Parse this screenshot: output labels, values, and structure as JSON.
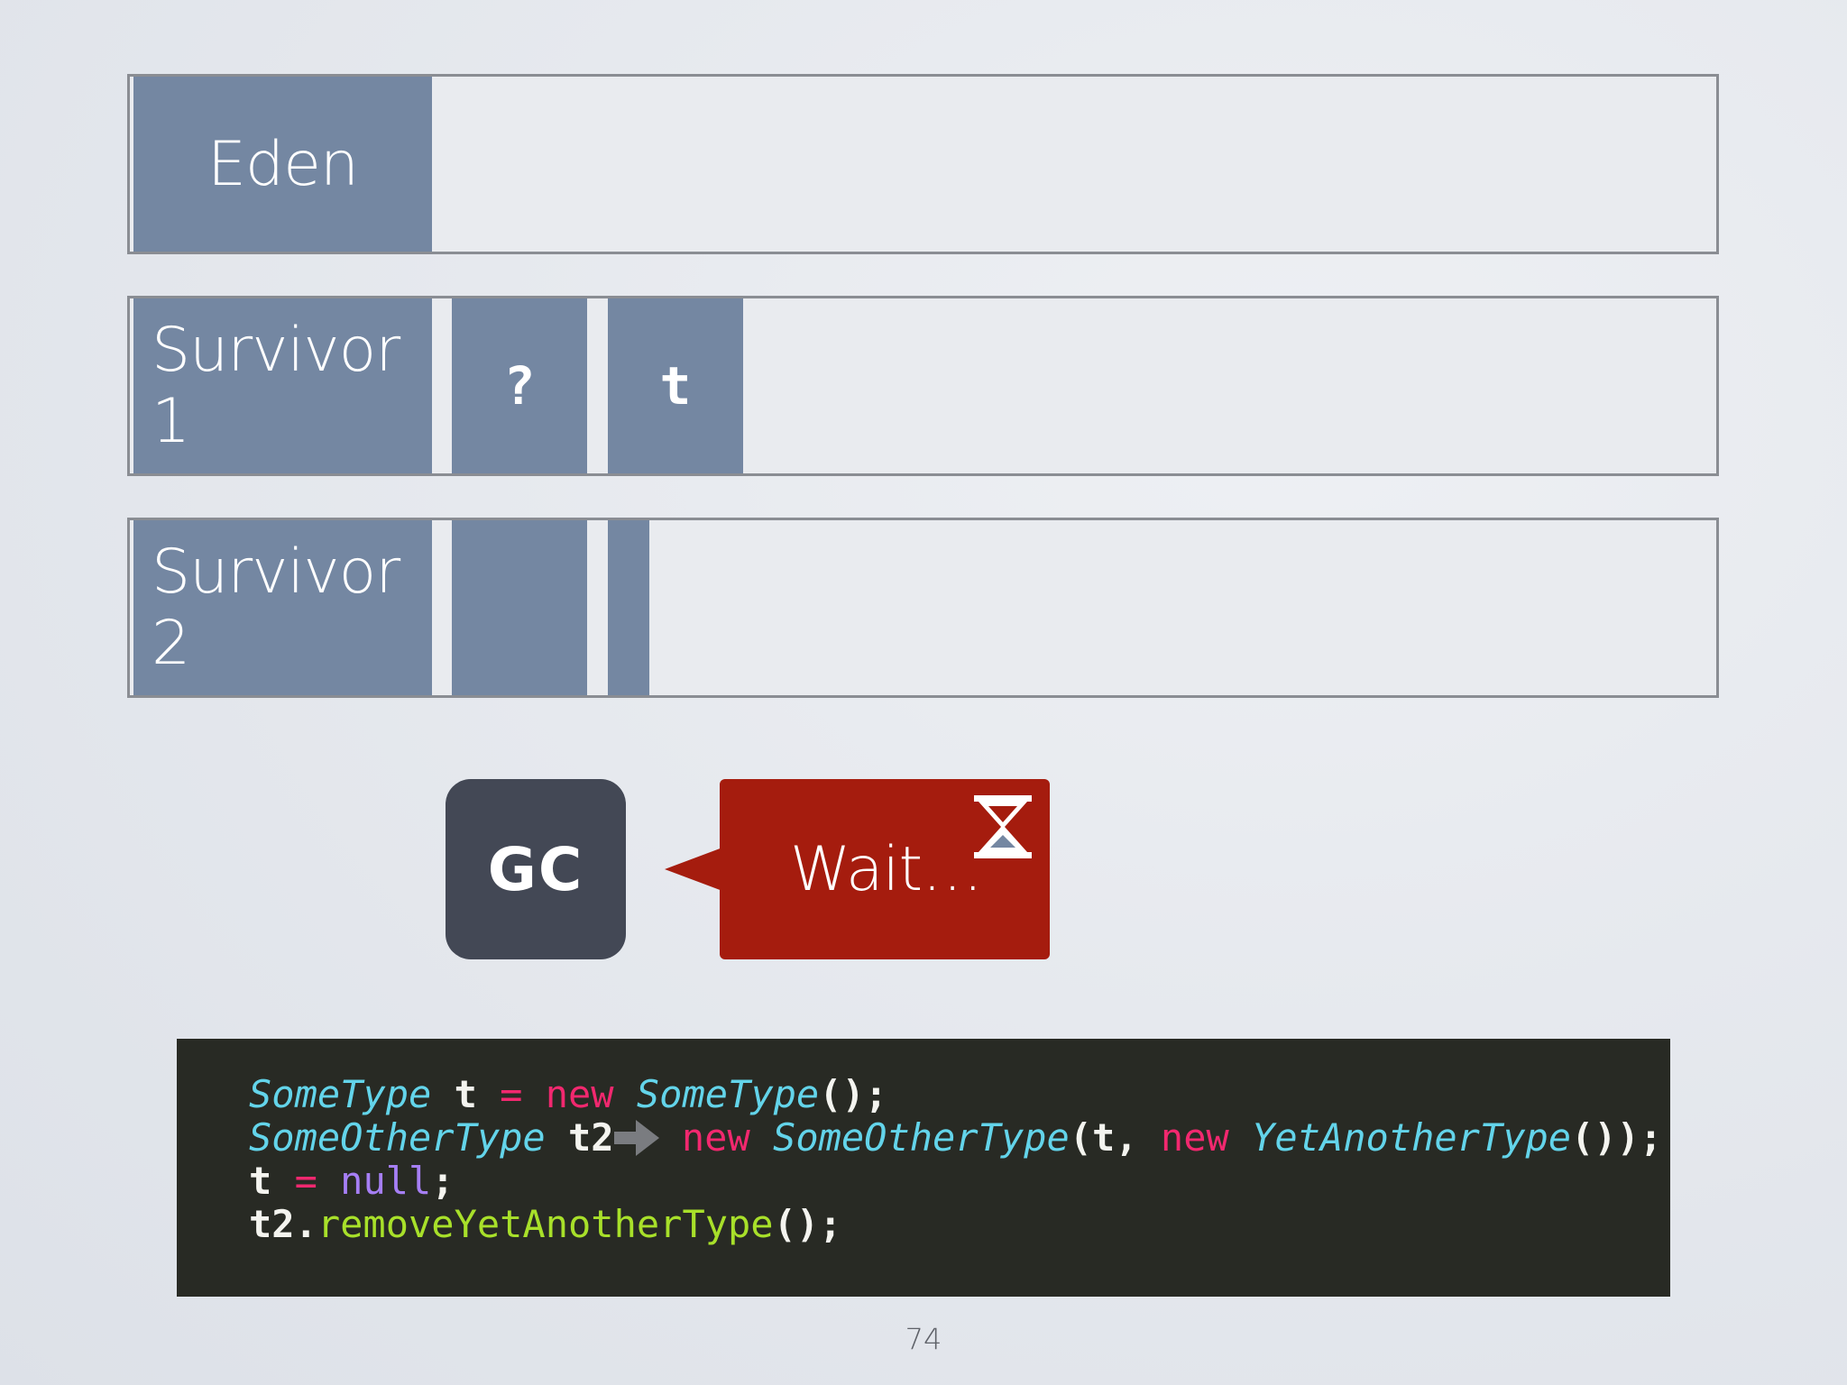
{
  "regions": {
    "eden": {
      "label": "Eden"
    },
    "survivor1": {
      "label": "Survivor 1",
      "objects": [
        "?",
        "t"
      ]
    },
    "survivor2": {
      "label": "Survivor 2"
    }
  },
  "gc": {
    "label": "GC"
  },
  "callout": {
    "text": "Wait…",
    "icon": "hourglass-icon"
  },
  "code": {
    "line1": {
      "type1": "SomeType",
      "var": " t ",
      "op": "=",
      "kw": " new ",
      "type2": "SomeType",
      "end": "();"
    },
    "line2": {
      "type1": "SomeOtherType",
      "var": " t2",
      "arrow_icon": "arrow-right-icon",
      "kw": " new ",
      "type2": "SomeOtherType",
      "mid": "(t, ",
      "kw2": "new",
      "type3": " YetAnotherType",
      "end": "());"
    },
    "line3": {
      "var": "t ",
      "op": "=",
      "null": " null",
      "end": ";"
    },
    "line4": {
      "obj": "t2.",
      "fn": "removeYetAnotherType",
      "end": "();"
    }
  },
  "colors": {
    "region_fill": "#7487a2",
    "gc_box": "#434855",
    "callout": "#a51c0e",
    "code_bg": "#282a24"
  },
  "page_number": "74"
}
